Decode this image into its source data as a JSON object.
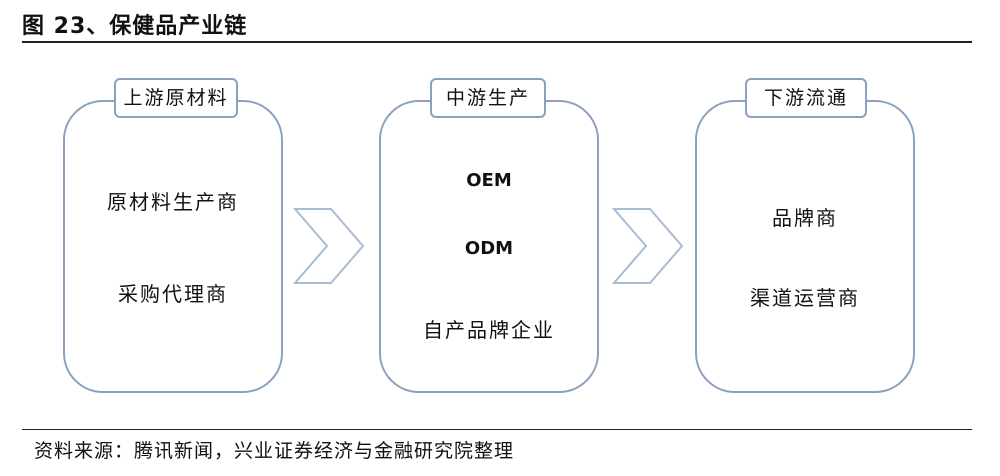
{
  "title": "图 23、保健品产业链",
  "stages": [
    {
      "label": "上游原材料",
      "items": [
        "原材料生产商",
        "采购代理商"
      ]
    },
    {
      "label": "中游生产",
      "items": [
        "OEM",
        "ODM",
        "自产品牌企业"
      ]
    },
    {
      "label": "下游流通",
      "items": [
        "品牌商",
        "渠道运营商"
      ]
    }
  ],
  "source": "资料来源：腾讯新闻，兴业证券经济与金融研究院整理",
  "colors": {
    "border": "#8aa0be",
    "chevron": "#a9bbd6"
  }
}
